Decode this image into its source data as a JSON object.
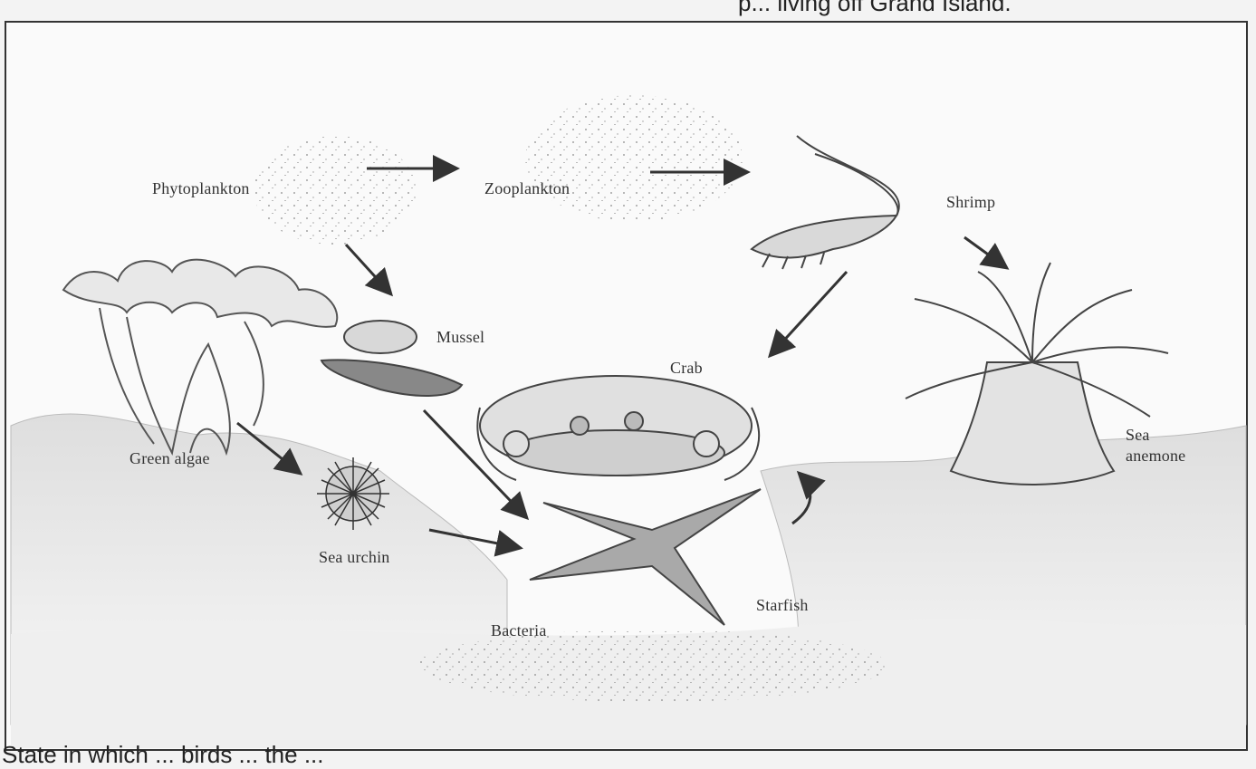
{
  "page": {
    "top_caption": "p... living off Grand Island.",
    "bottom_caption": "State in which ... birds ... the ..."
  },
  "labels": {
    "phytoplankton": "Phytoplankton",
    "zooplankton": "Zooplankton",
    "shrimp": "Shrimp",
    "mussel": "Mussel",
    "crab": "Crab",
    "sea_anemone_1": "Sea",
    "sea_anemone_2": "anemone",
    "green_algae": "Green algae",
    "sea_urchin": "Sea urchin",
    "starfish": "Starfish",
    "bacteria": "Bacteria"
  }
}
